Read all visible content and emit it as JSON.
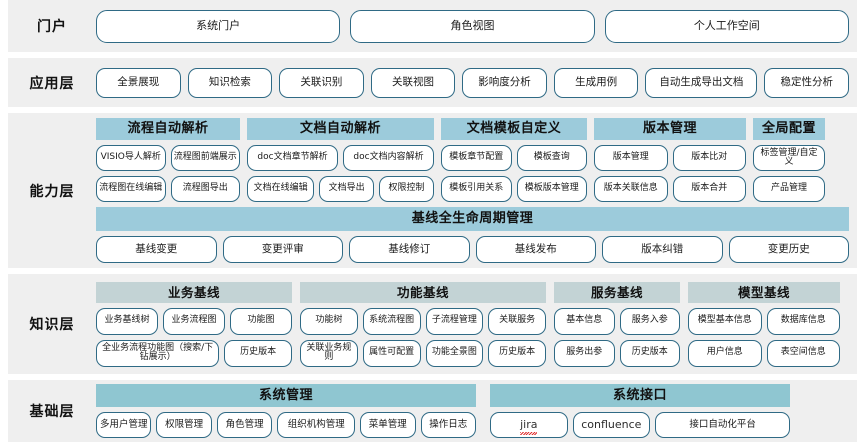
{
  "layers": [
    {
      "key": "portal",
      "label": "门户",
      "items": [
        "系统门户",
        "角色视图",
        "个人工作空间"
      ]
    },
    {
      "key": "application",
      "label": "应用层",
      "items": [
        "全景展现",
        "知识检索",
        "关联识别",
        "关联视图",
        "影响度分析",
        "生成用例",
        "自动生成导出文档",
        "稳定性分析"
      ]
    },
    {
      "key": "capability",
      "label": "能力层",
      "groups": [
        {
          "title": "流程自动解析",
          "rows": [
            [
              "VISIO导人解析",
              "流程图前端展示"
            ],
            [
              "流程图在线编辑",
              "流程图导出"
            ]
          ]
        },
        {
          "title": "文档自动解析",
          "rows": [
            [
              "doc文档章节解析",
              "doc文档内容解析"
            ],
            [
              "文档在线编辑",
              "文档导出",
              "权限控制"
            ]
          ]
        },
        {
          "title": "文档模板自定义",
          "rows": [
            [
              "模板章节配置",
              "模板查询"
            ],
            [
              "模板引用关系",
              "模板版本管理"
            ]
          ]
        },
        {
          "title": "版本管理",
          "rows": [
            [
              "版本管理",
              "版本比对"
            ],
            [
              "版本关联信息",
              "版本合并"
            ]
          ]
        },
        {
          "title": "全局配置",
          "rows": [
            [
              "标签管理/自定义"
            ],
            [
              "产品管理"
            ]
          ]
        }
      ],
      "lifecycle": {
        "title": "基线全生命周期管理",
        "items": [
          "基线变更",
          "变更评审",
          "基线修订",
          "基线发布",
          "版本纠错",
          "变更历史"
        ]
      }
    },
    {
      "key": "knowledge",
      "label": "知识层",
      "groups": [
        {
          "title": "业务基线",
          "rows": [
            [
              "业务基线树",
              "业务流程图",
              "功能图"
            ],
            [
              "全业务流程功能图（搜索/下钻展示）",
              "历史版本"
            ]
          ]
        },
        {
          "title": "功能基线",
          "rows": [
            [
              "功能树",
              "系统流程图",
              "子流程管理",
              "关联服务"
            ],
            [
              "关联业务规则",
              "属性可配置",
              "功能全景图",
              "历史版本"
            ]
          ]
        },
        {
          "title": "服务基线",
          "rows": [
            [
              "基本信息",
              "服务入参"
            ],
            [
              "服务出参",
              "历史版本"
            ]
          ]
        },
        {
          "title": "模型基线",
          "rows": [
            [
              "模型基本信息",
              "数据库信息"
            ],
            [
              "用户信息",
              "表空间信息"
            ]
          ]
        }
      ]
    },
    {
      "key": "foundation",
      "label": "基础层",
      "groups": [
        {
          "title": "系统管理",
          "rows": [
            [
              "多用户管理",
              "权限管理",
              "角色管理",
              "组织机构管理",
              "菜单管理",
              "操作日志"
            ]
          ]
        },
        {
          "title": "系统接口",
          "rows": [
            [
              "jira",
              "confluence",
              "接口自动化平台"
            ]
          ]
        }
      ]
    }
  ],
  "colors": {
    "band_background": "#efefef",
    "chip_border": "#2f6a85",
    "capability_header": "#9ccbdb",
    "knowledge_header": "#c3d3d5",
    "foundation_header": "#8fc6d1",
    "page_background": "#ffffff"
  }
}
